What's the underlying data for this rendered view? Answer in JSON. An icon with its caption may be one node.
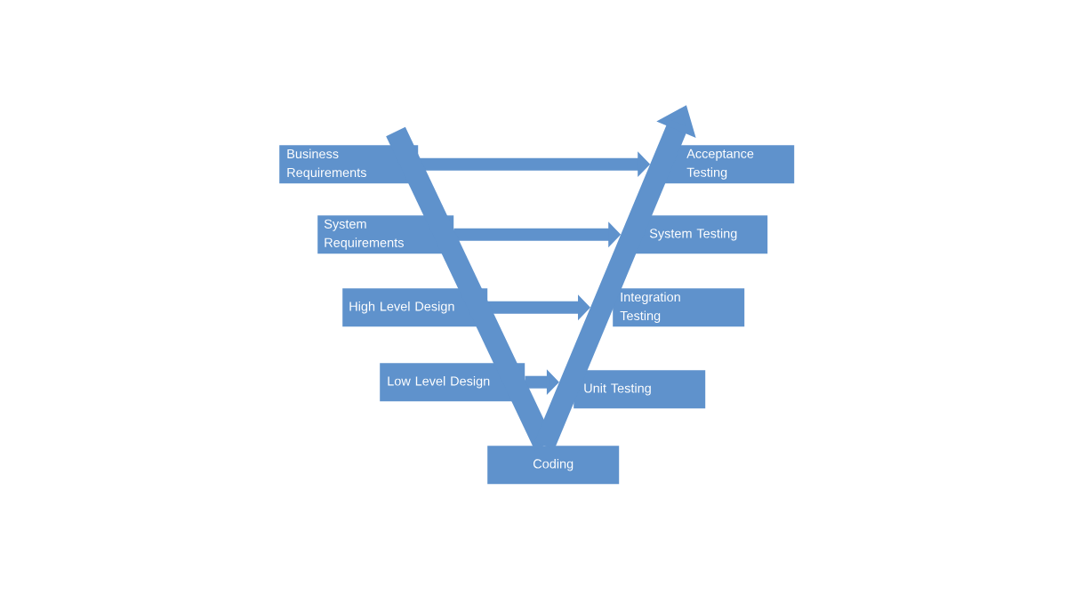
{
  "diagram": {
    "nodes": [
      {
        "text": [
          "Business Requirements"
        ]
      },
      {
        "text": [
          "System Requirements"
        ]
      },
      {
        "text": [
          "High Level Design"
        ]
      },
      {
        "text": [
          "Low Level Design"
        ]
      },
      {
        "text": [
          "Coding"
        ]
      },
      {
        "text": [
          "Acceptance Testing"
        ]
      },
      {
        "text": [
          "System Testing"
        ]
      },
      {
        "text": [
          "Integration Testing"
        ]
      },
      {
        "text": [
          "Unit Testing"
        ]
      }
    ],
    "edges": [
      {
        "from": 0,
        "to": 5,
        "arrow": "to"
      },
      {
        "from": 1,
        "to": 6,
        "arrow": "to"
      },
      {
        "from": 2,
        "to": 7,
        "arrow": "to"
      },
      {
        "from": 3,
        "to": 8,
        "arrow": "to"
      },
      {
        "from": null,
        "to": 4,
        "arrow": "none"
      },
      {
        "from": 4,
        "to": null,
        "arrow": "to"
      }
    ]
  }
}
